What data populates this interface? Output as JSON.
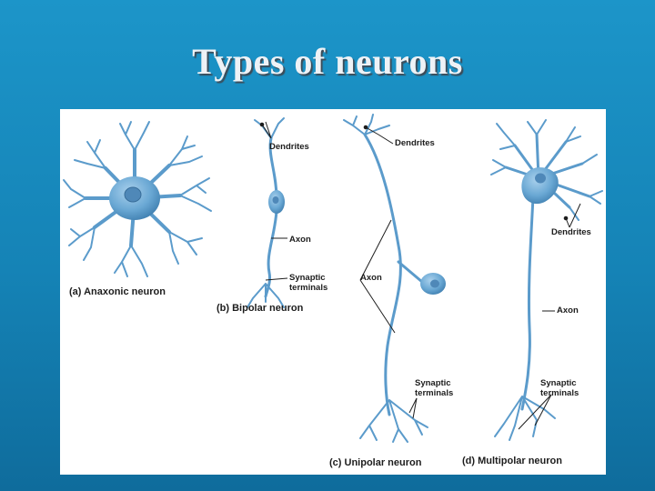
{
  "slide": {
    "title": "Types of neurons"
  },
  "figure": {
    "captions": {
      "anaxonic": "(a) Anaxonic neuron",
      "bipolar": "(b) Bipolar neuron",
      "unipolar": "(c) Unipolar neuron",
      "multipolar": "(d) Multipolar neuron"
    },
    "labels": {
      "dendrites": "Dendrites",
      "axon": "Axon",
      "synaptic_terminals_line1": "Synaptic",
      "synaptic_terminals_line2": "terminals"
    },
    "colors": {
      "neuron": "#6aa8d4",
      "neuron_dark": "#3f7fb0",
      "nucleus": "#4f88b8",
      "background": "#1a8ec4"
    }
  }
}
